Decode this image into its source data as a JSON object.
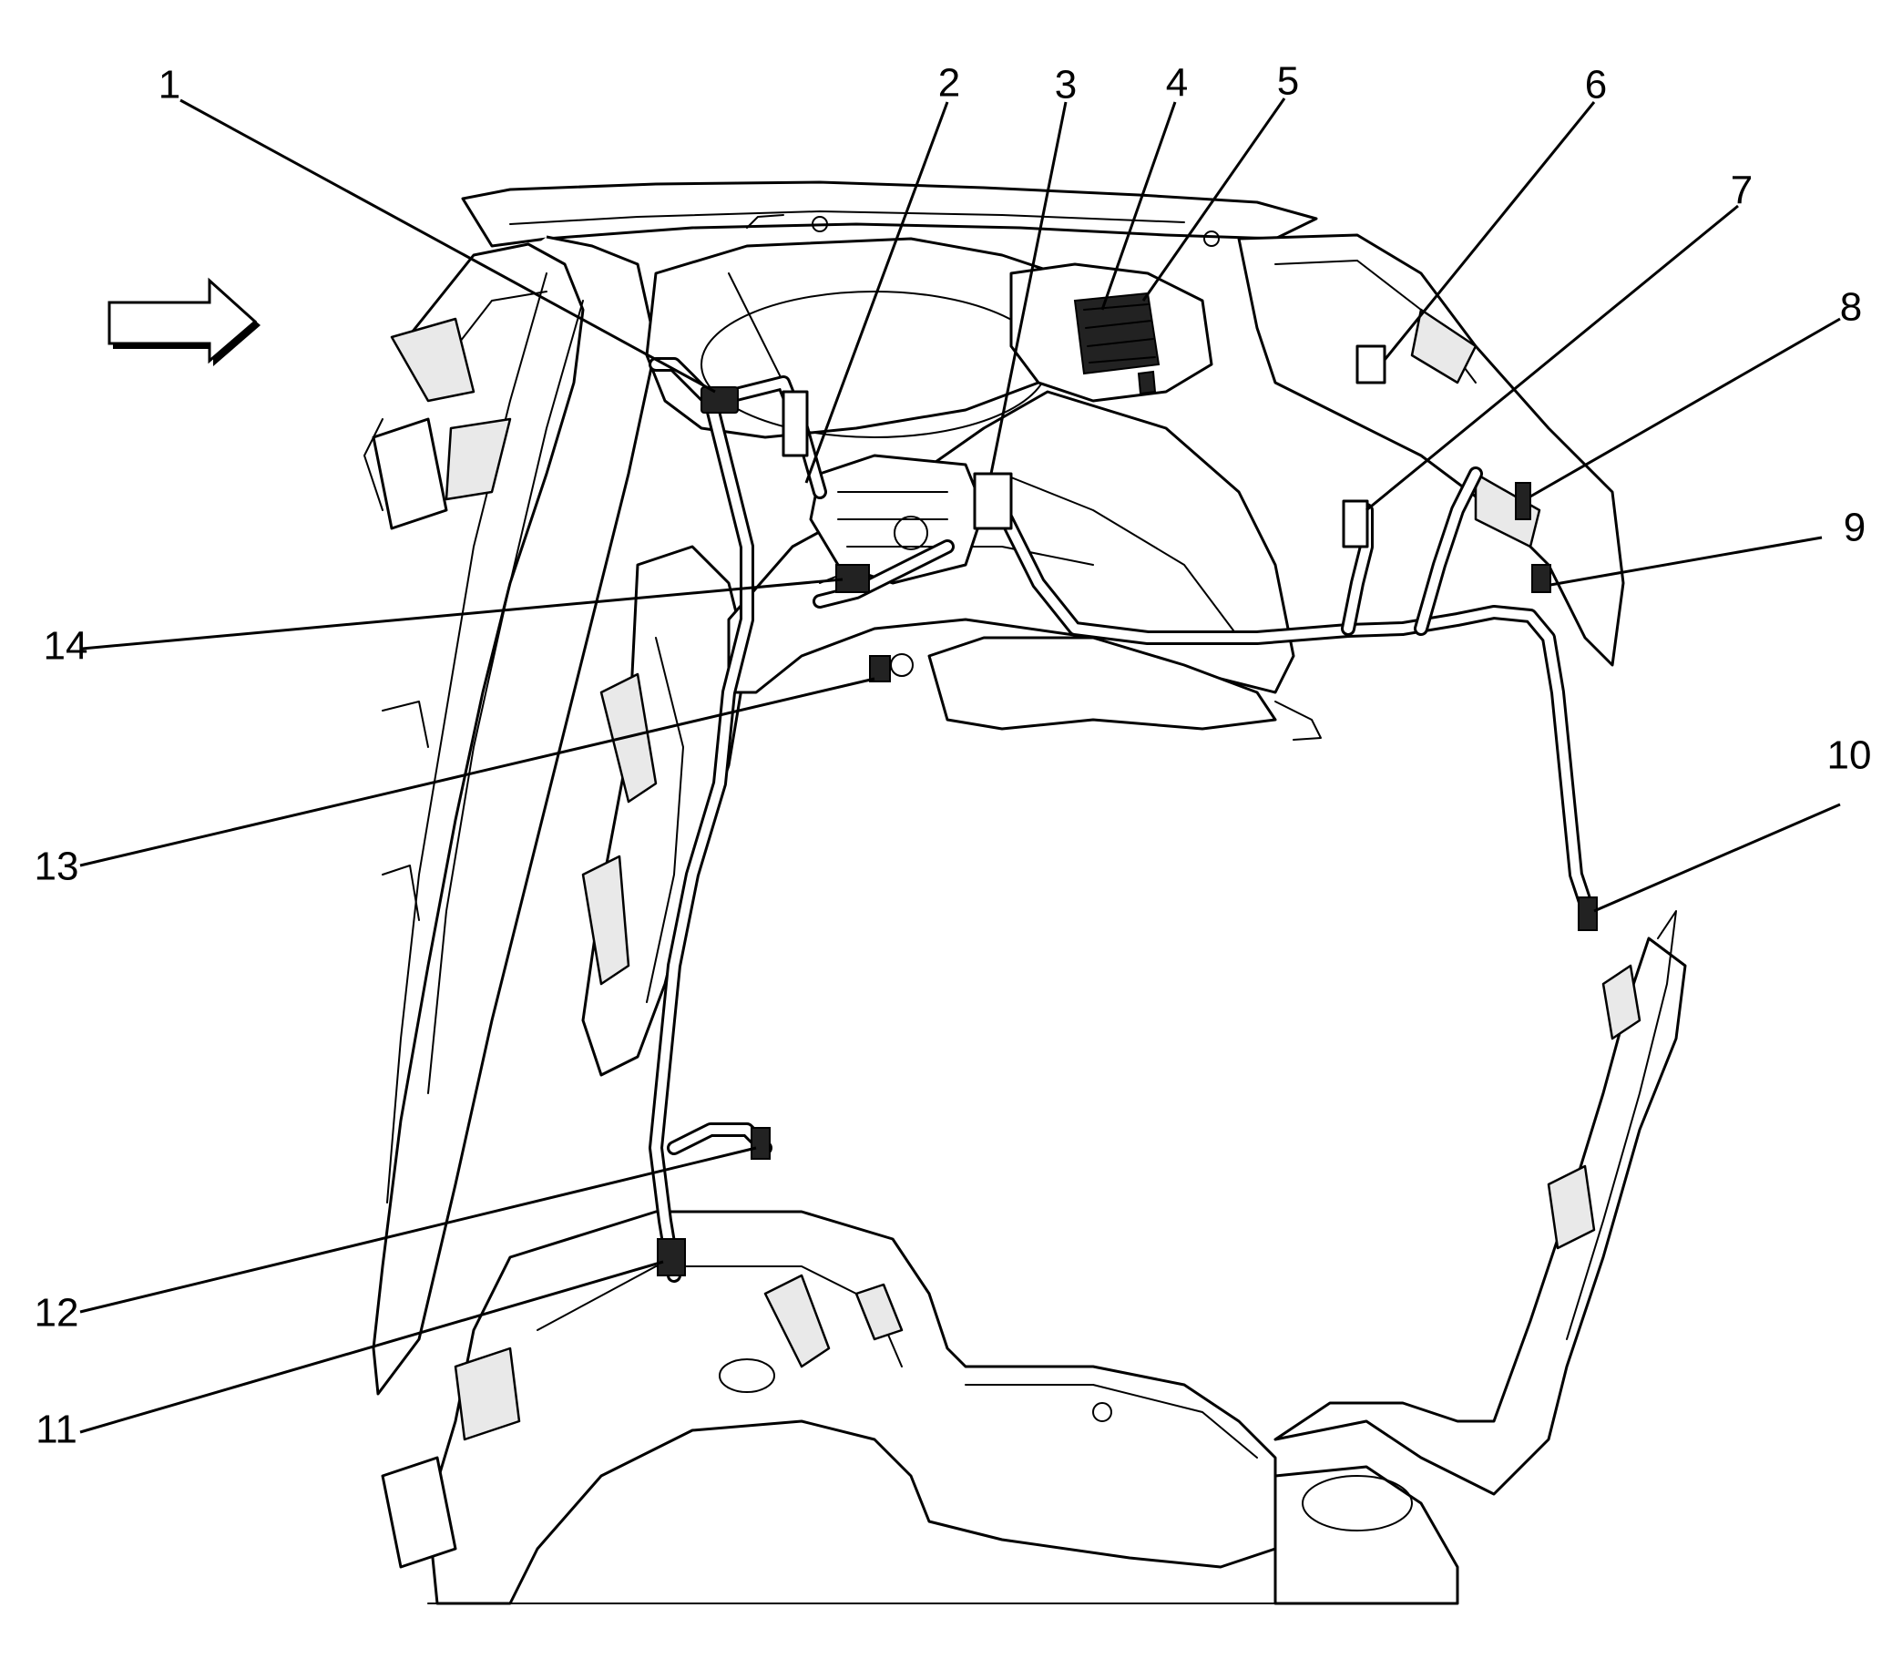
{
  "figure": {
    "callouts": [
      {
        "id": "1",
        "label": "1"
      },
      {
        "id": "2",
        "label": "2"
      },
      {
        "id": "3",
        "label": "3"
      },
      {
        "id": "4",
        "label": "4"
      },
      {
        "id": "5",
        "label": "5"
      },
      {
        "id": "6",
        "label": "6"
      },
      {
        "id": "7",
        "label": "7"
      },
      {
        "id": "8",
        "label": "8"
      },
      {
        "id": "9",
        "label": "9"
      },
      {
        "id": "10",
        "label": "10"
      },
      {
        "id": "11",
        "label": "11"
      },
      {
        "id": "12",
        "label": "12"
      },
      {
        "id": "13",
        "label": "13"
      },
      {
        "id": "14",
        "label": "14"
      }
    ],
    "orientation_arrow": "right-arrow-icon"
  }
}
